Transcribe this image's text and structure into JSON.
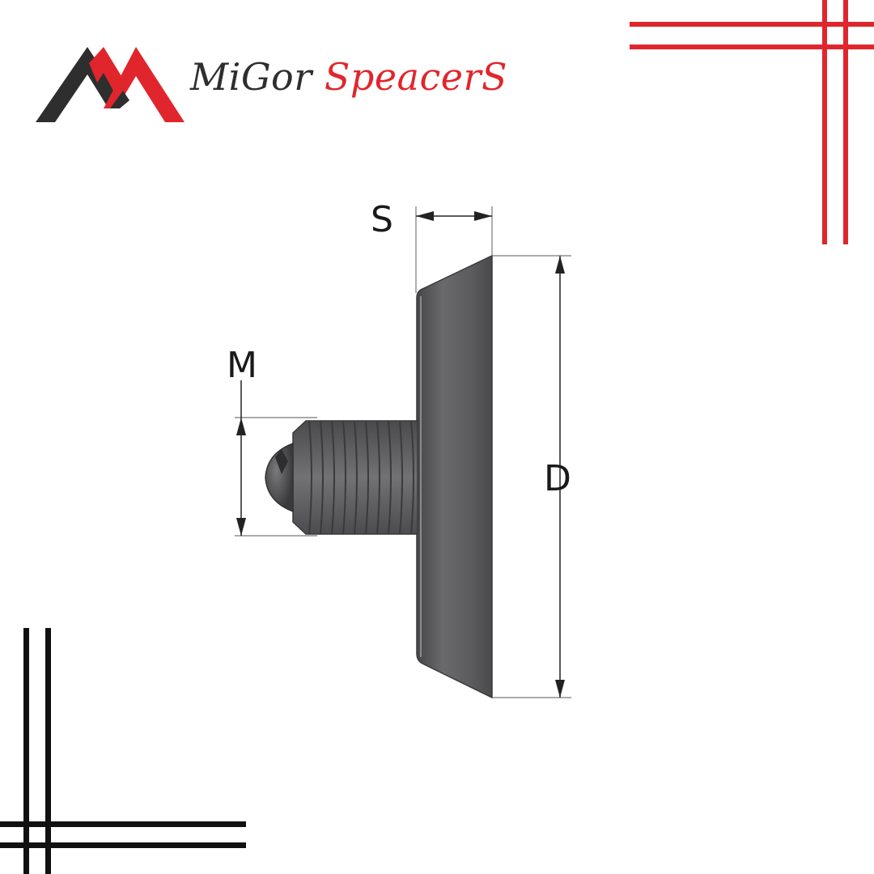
{
  "brand": {
    "part1": "MiGor",
    "part2": "SpeacerS"
  },
  "colors": {
    "accent": "#e0262c",
    "dark": "#2e2e2e",
    "part": "#5e5e60"
  },
  "dimensions": {
    "s": "S",
    "m": "M",
    "d": "D"
  }
}
